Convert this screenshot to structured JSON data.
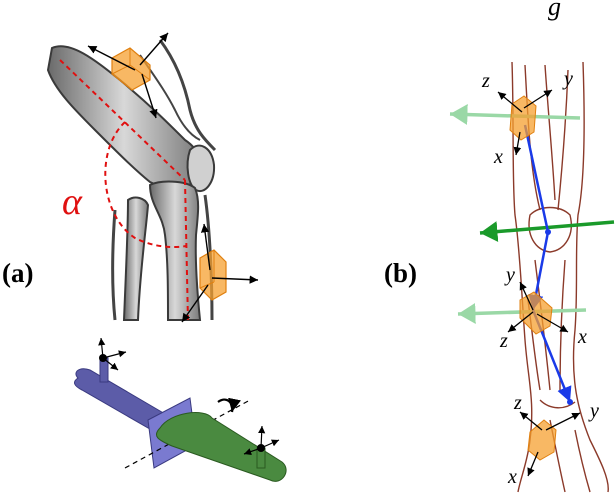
{
  "panel_a": {
    "label": "(a)",
    "angle_symbol": "α",
    "angle_color": "#e01010"
  },
  "panel_b": {
    "label": "(b)",
    "axes_top": {
      "z": "z",
      "y": "y",
      "x": "x"
    },
    "axes_mid": {
      "y": "y",
      "z": "z",
      "x": "x"
    },
    "axes_bottom": {
      "z": "z",
      "y": "y",
      "x": "x"
    }
  },
  "corner_fragment": "g",
  "colors": {
    "sensor": "#f5a030",
    "bone": "#9a9a9a",
    "leg_outline": "#8b3a2a",
    "segment_line": "#1a3ae8",
    "arrow_strong": "#1a9a2a",
    "arrow_faint": "#9ad8a6",
    "mech_blue": "#5c5ca8",
    "mech_green": "#4a8a40"
  }
}
